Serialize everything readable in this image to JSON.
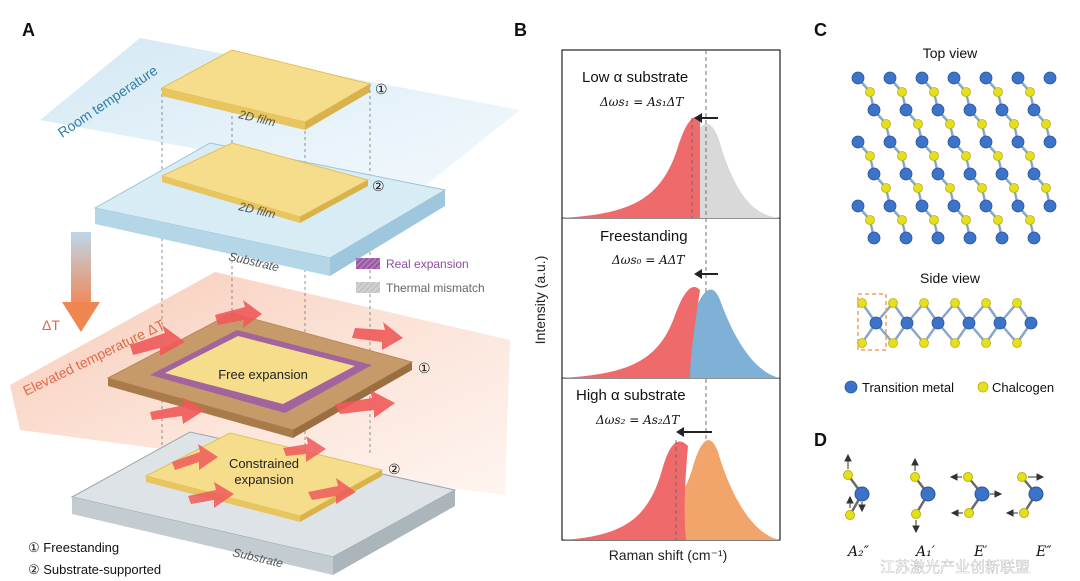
{
  "panels": {
    "a": {
      "letter": "A",
      "room_temperature": "Room temperature",
      "elevated_temperature": "Elevated temperature ΔT",
      "delta_t": "ΔT",
      "film_label_1": "2D film",
      "film_label_2": "2D film",
      "substrate_upper": "Substrate",
      "substrate_lower": "Substrate",
      "marker_1": "①",
      "marker_2": "②",
      "marker_3": "①",
      "marker_4": "②",
      "free_expansion": "Free expansion",
      "constrained_expansion_1": "Constrained",
      "constrained_expansion_2": "expansion",
      "legend_real_expansion": "Real expansion",
      "legend_thermal_mismatch": "Thermal mismatch",
      "footnote_1": "① Freestanding",
      "footnote_2": "② Substrate-supported",
      "colors": {
        "film": "#f3d77d",
        "substrate": "#cfe7f2",
        "room_plane": "#cfe6f3",
        "elevated_plane": "#f9d3c2",
        "real_expansion": "#9b5aa6",
        "thermal_mismatch": "#c9c9c9",
        "arrow_red": "#ef5a5a"
      }
    },
    "b": {
      "letter": "B",
      "ylabel": "Intensity (a.u.)",
      "xlabel": "Raman shift (cm⁻¹)",
      "sub1_title": "Low α substrate",
      "sub1_eq": "Δωs₁ = As₁ΔT",
      "sub2_title": "Freestanding",
      "sub2_eq": "Δωs₀ = AΔT",
      "sub3_title": "High α substrate",
      "sub3_eq": "Δωs₂ = As₂ΔT",
      "colors": {
        "red": "#ef6a6a",
        "grey": "#d9d9d9",
        "blue": "#7fb0d6",
        "orange": "#f2a56a"
      }
    },
    "c": {
      "letter": "C",
      "top_view": "Top view",
      "side_view": "Side view",
      "legend_metal": "Transition metal",
      "legend_chalcogen": "Chalcogen",
      "colors": {
        "metal": "#3b73c8",
        "chalcogen": "#e6df1c"
      }
    },
    "d": {
      "letter": "D",
      "modes": [
        "A₂″",
        "A₁′",
        "E′",
        "E″"
      ],
      "watermark": "江苏激光产业创新联盟"
    }
  }
}
